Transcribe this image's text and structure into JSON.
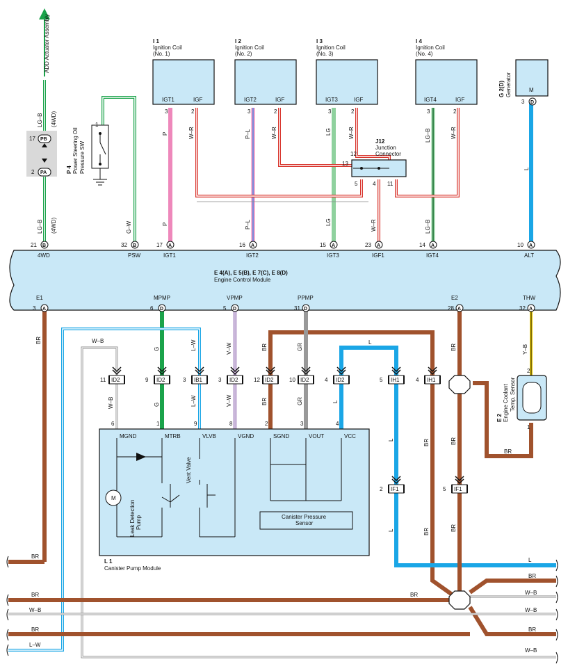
{
  "ecm": {
    "title": "E 4(A), E 5(B), E 7(C), E 8(D)",
    "subtitle": "Engine Control Module",
    "top_pins": [
      {
        "pin": "21",
        "conn": "B",
        "name": "4WD"
      },
      {
        "pin": "32",
        "conn": "B",
        "name": "PSW"
      },
      {
        "pin": "17",
        "conn": "A",
        "name": "IGT1"
      },
      {
        "pin": "16",
        "conn": "A",
        "name": "IGT2"
      },
      {
        "pin": "15",
        "conn": "A",
        "name": "IGT3"
      },
      {
        "pin": "23",
        "conn": "A",
        "name": "IGF1"
      },
      {
        "pin": "14",
        "conn": "A",
        "name": "IGT4"
      },
      {
        "pin": "10",
        "conn": "A",
        "name": "ALT"
      }
    ],
    "bottom_pins": [
      {
        "pin": "3",
        "conn": "A",
        "name": "E1"
      },
      {
        "pin": "6",
        "conn": "D",
        "name": "MPMP"
      },
      {
        "pin": "5",
        "conn": "D",
        "name": "VPMP"
      },
      {
        "pin": "31",
        "conn": "D",
        "name": "PPMP"
      },
      {
        "pin": "28",
        "conn": "A",
        "name": "E2"
      },
      {
        "pin": "32",
        "conn": "A",
        "name": "THW"
      }
    ]
  },
  "ignition_coils": [
    {
      "id": "I 1",
      "name": "Ignition Coil",
      "num": "(No. 1)",
      "igt": "IGT1",
      "igf": "IGF",
      "pin_igt": "3",
      "pin_igf": "2",
      "wire_igt": "P",
      "wire_igf": "W–R"
    },
    {
      "id": "I 2",
      "name": "Ignition Coil",
      "num": "(No. 2)",
      "igt": "IGT2",
      "igf": "IGF",
      "pin_igt": "3",
      "pin_igf": "2",
      "wire_igt": "P–L",
      "wire_igf": "W–R"
    },
    {
      "id": "I 3",
      "name": "Ignition Coil",
      "num": "(No. 3)",
      "igt": "IGT3",
      "igf": "IGF",
      "pin_igt": "3",
      "pin_igf": "2",
      "wire_igt": "LG",
      "wire_igf": "W–R"
    },
    {
      "id": "I 4",
      "name": "Ignition Coil",
      "num": "(No. 4)",
      "igt": "IGT4",
      "igf": "IGF",
      "pin_igt": "3",
      "pin_igf": "2",
      "wire_igt": "LG–B",
      "wire_igf": "W–R"
    }
  ],
  "generator": {
    "id": "G 2(D)",
    "name": "Generator",
    "terminal": "M",
    "pin": "3",
    "conn": "D",
    "wire": "L"
  },
  "junction": {
    "id": "J12",
    "name1": "Junction",
    "name2": "Connector",
    "pins": [
      "12",
      "13",
      "5",
      "4",
      "11"
    ],
    "wire_out": "W–R"
  },
  "add_actuator": {
    "label": "ADD Actuator Assembly",
    "wire": "LG–B",
    "wire_note": "(4WD)",
    "pin_pb": "17",
    "code_pb": "PB",
    "pin_pa": "2",
    "code_pa": "PA"
  },
  "pressure_sw": {
    "id": "P 4",
    "line1": "Power Steering Oil",
    "line2": "Pressure SW",
    "pin": "1",
    "wire": "G–W"
  },
  "canister": {
    "id": "L 1",
    "name": "Canister Pump Module",
    "terminals": [
      "MGND",
      "MTRB",
      "VLVB",
      "VGND",
      "SGND",
      "VOUT",
      "VCC"
    ],
    "pins": [
      "6",
      "1",
      "9",
      "8",
      "2",
      "3",
      "4"
    ],
    "motor": "M",
    "pump_label1": "Leak Detection",
    "pump_label2": "Pump",
    "valve_label": "Vent Valve",
    "sensor_line1": "Canister Pressure",
    "sensor_line2": "Sensor"
  },
  "connectors": [
    {
      "pin": "11",
      "code": "ID2"
    },
    {
      "pin": "9",
      "code": "ID2"
    },
    {
      "pin": "3",
      "code": "IB1"
    },
    {
      "pin": "3",
      "code": "ID2"
    },
    {
      "pin": "12",
      "code": "ID2"
    },
    {
      "pin": "10",
      "code": "ID2"
    },
    {
      "pin": "4",
      "code": "ID2"
    },
    {
      "pin": "5",
      "code": "IH1"
    },
    {
      "pin": "4",
      "code": "IH1"
    },
    {
      "pin": "2",
      "code": "IF1"
    },
    {
      "pin": "5",
      "code": "IF1"
    }
  ],
  "wires": {
    "w_mgnd": "W–B",
    "g": "G",
    "l_w": "L–W",
    "v_w": "V–W",
    "br": "BR",
    "gr": "GR",
    "l": "L",
    "y_b": "Y–B"
  },
  "coolant": {
    "id": "E 2",
    "line1": "Engine Coolant",
    "line2": "Temp. Sensor",
    "pin2": "2",
    "pin1": "1",
    "wire": "BR"
  },
  "bottom_bus": {
    "left": [
      "BR",
      "BR",
      "W–B",
      "BR",
      "L–W"
    ],
    "right": [
      "L",
      "BR",
      "W–B",
      "W–B",
      "BR",
      "W–B"
    ],
    "mid_br": "BR"
  },
  "colors": {
    "panel": "#c9e8f7",
    "brown": "#a0522d",
    "green": "#1aa34a",
    "lightgreen": "#8fd19e",
    "pink": "#ee88bb",
    "blue": "#1aa6e6",
    "red": "#d8342c",
    "purple": "#7a4aa0",
    "gray": "#999999",
    "yellow": "#f2d000"
  }
}
